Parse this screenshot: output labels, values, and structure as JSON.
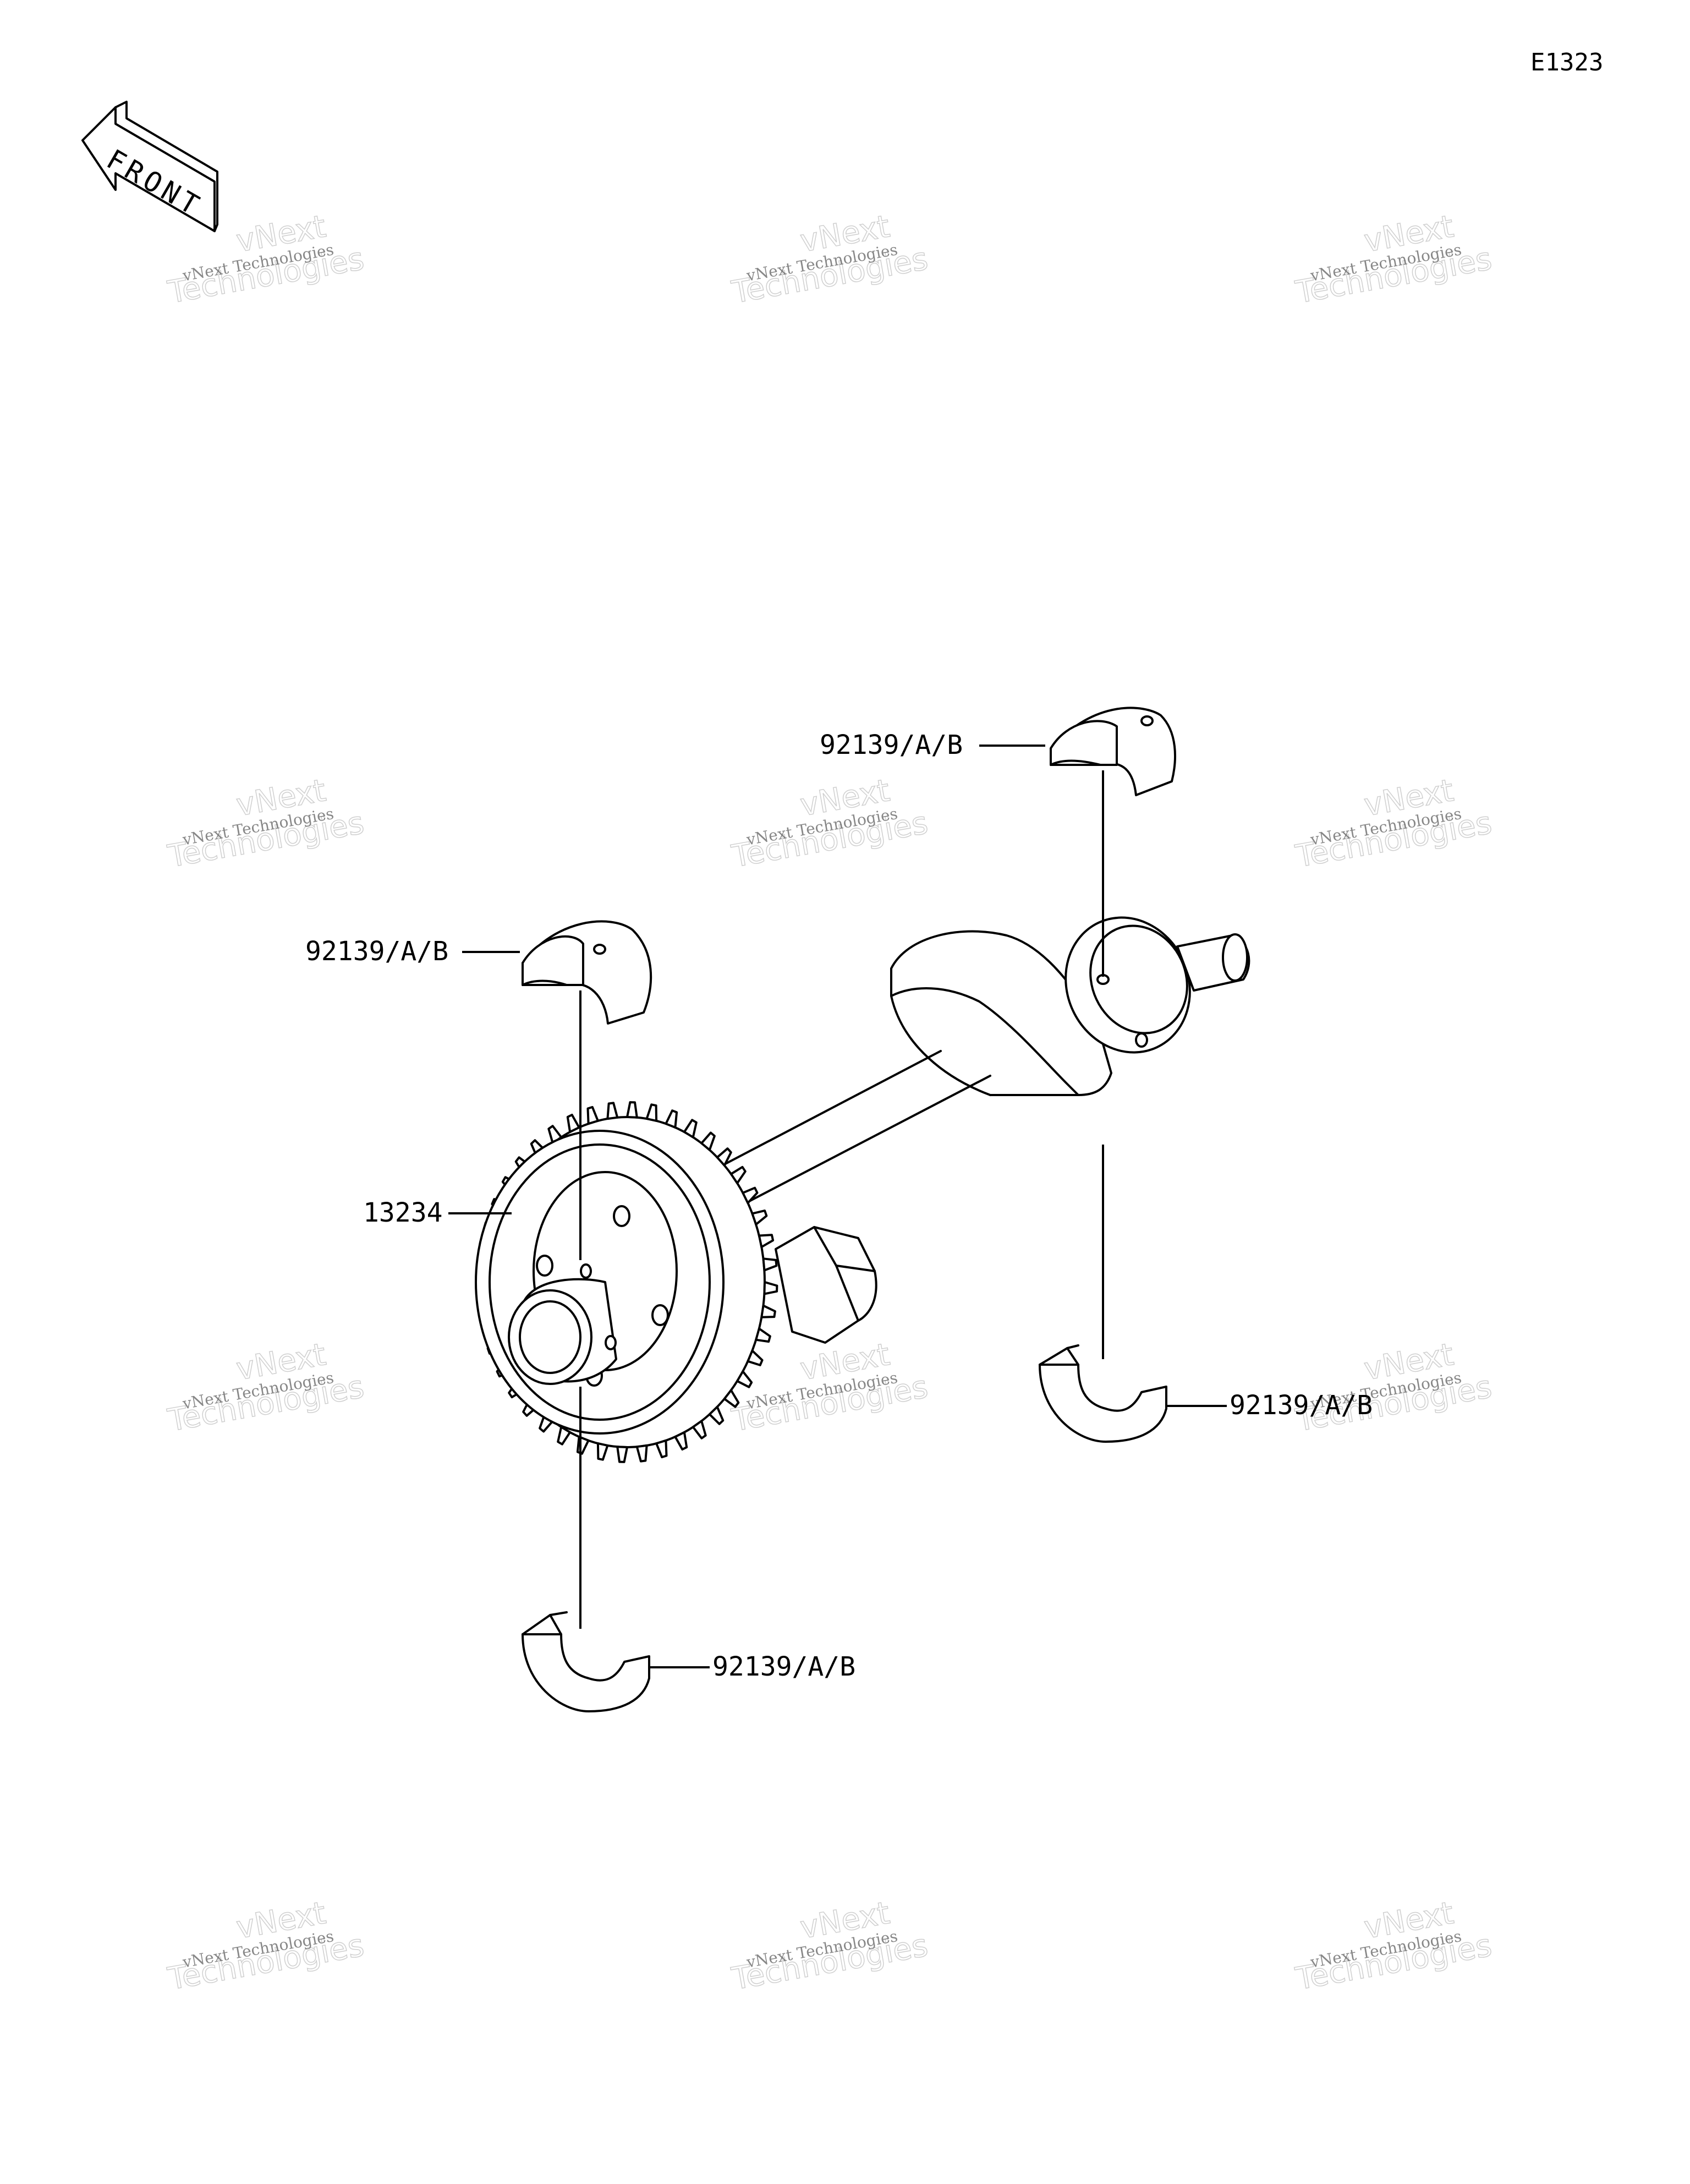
{
  "diagram_code": "E1323",
  "front_arrow_label": "FRONT",
  "watermark": {
    "line_small": "vNext Technologies",
    "line_outline_top": "vNext",
    "line_outline_bottom": "Technologies"
  },
  "callouts": {
    "bearing_top_right": "92139/A/B",
    "bearing_top_left": "92139/A/B",
    "gear": "13234",
    "bearing_bottom_right": "92139/A/B",
    "bearing_bottom_left": "92139/A/B"
  }
}
